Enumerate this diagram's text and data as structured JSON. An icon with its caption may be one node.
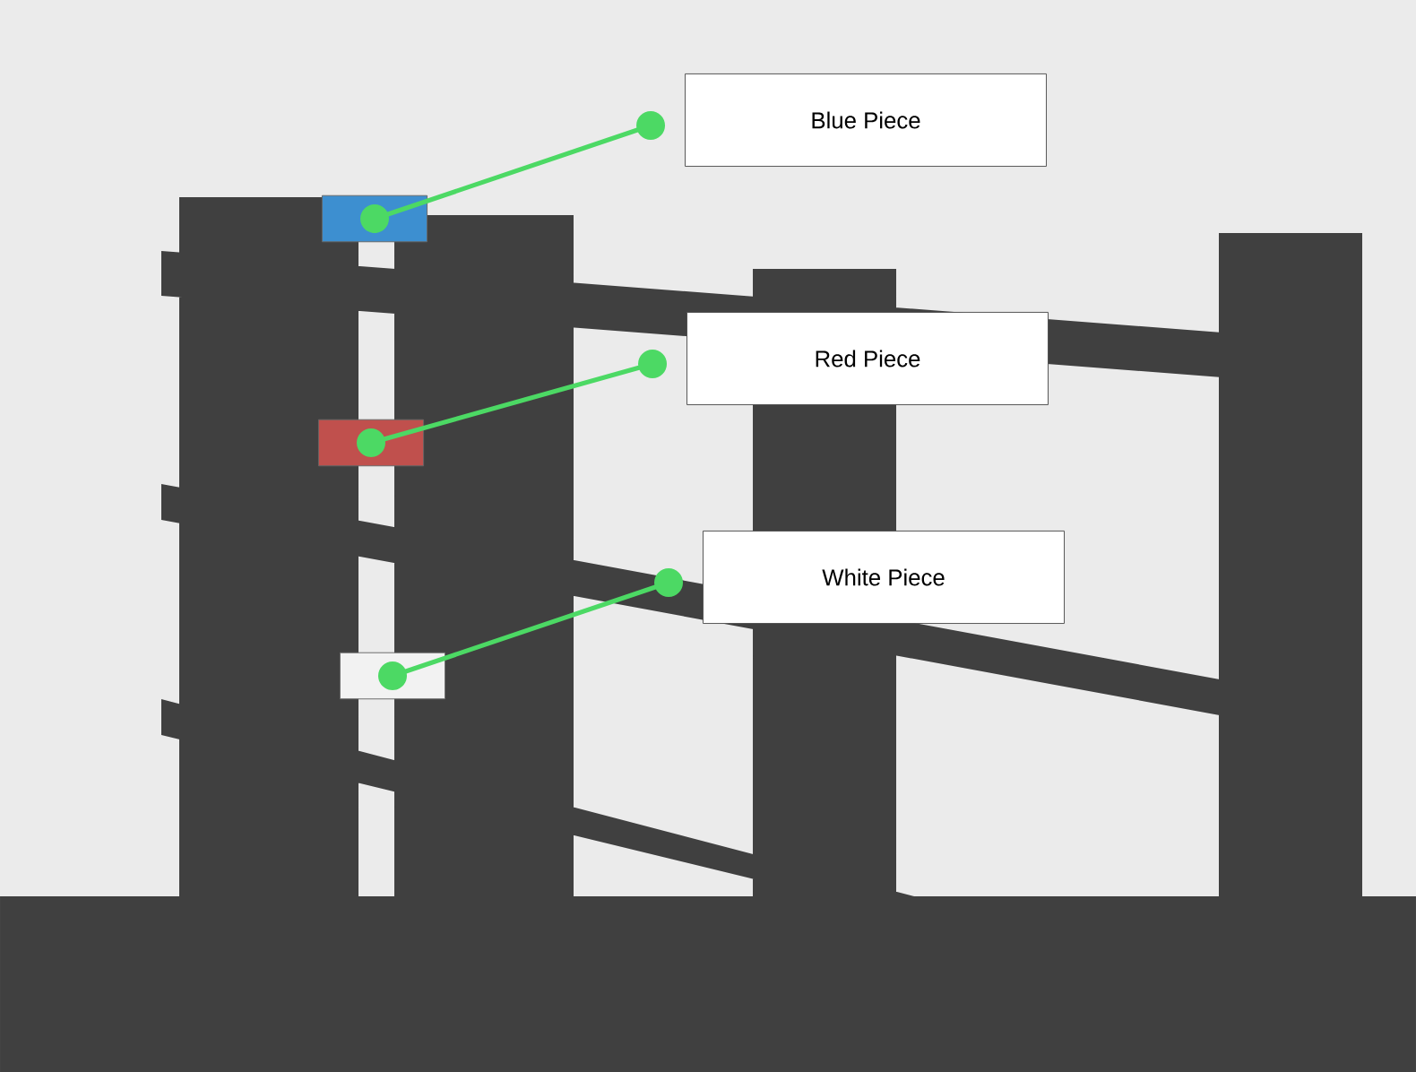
{
  "diagram": {
    "nodes": [
      {
        "text": [
          "Blue Piece"
        ]
      },
      {
        "text": [
          "Red Piece"
        ]
      },
      {
        "text": [
          "White Piece"
        ]
      },
      {
        "text": [],
        "shape": "box"
      },
      {
        "text": [],
        "shape": "box"
      },
      {
        "text": [],
        "shape": "box"
      }
    ],
    "edges": [
      {
        "from": 0,
        "to": 3,
        "arrow": "other",
        "color": "#4cd964"
      },
      {
        "from": 1,
        "to": 4,
        "arrow": "other",
        "color": "#4cd964"
      },
      {
        "from": 2,
        "to": 5,
        "arrow": "other",
        "color": "#4cd964"
      }
    ]
  }
}
